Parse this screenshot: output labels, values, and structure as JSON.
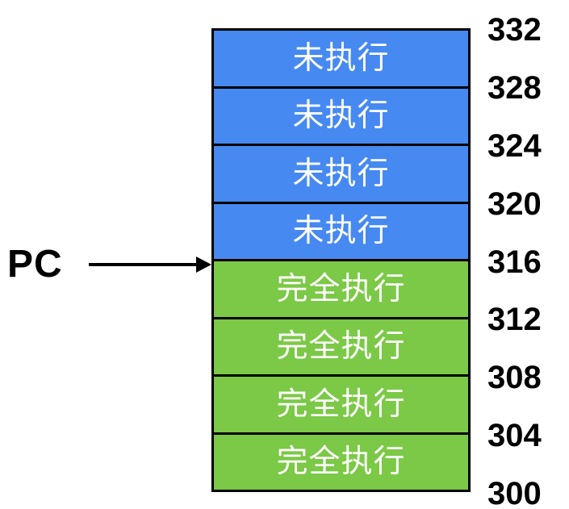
{
  "diagram": {
    "pc_label": "PC",
    "memory": {
      "rows": [
        {
          "label": "未执行",
          "state": "unexecuted"
        },
        {
          "label": "未执行",
          "state": "unexecuted"
        },
        {
          "label": "未执行",
          "state": "unexecuted"
        },
        {
          "label": "未执行",
          "state": "unexecuted"
        },
        {
          "label": "完全执行",
          "state": "executed"
        },
        {
          "label": "完全执行",
          "state": "executed"
        },
        {
          "label": "完全执行",
          "state": "executed"
        },
        {
          "label": "完全执行",
          "state": "executed"
        }
      ],
      "addresses": [
        "332",
        "328",
        "324",
        "320",
        "316",
        "312",
        "308",
        "304",
        "300"
      ],
      "pc_points_to_address": "316"
    },
    "colors": {
      "unexecuted_fill": "#4689F0",
      "executed_fill": "#7BC946",
      "border": "#000000",
      "row_text": "#FFFFFF",
      "label_text": "#000000"
    }
  }
}
